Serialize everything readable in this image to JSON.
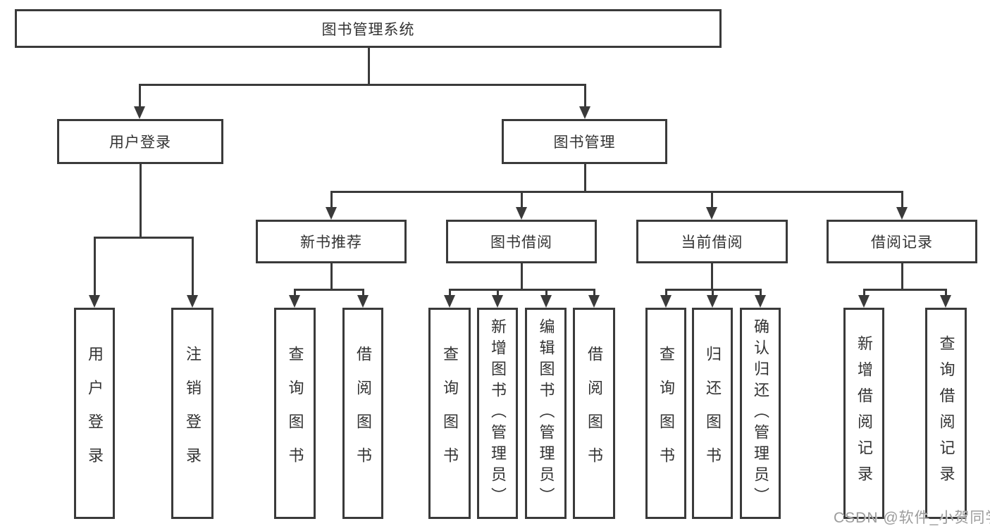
{
  "colors": {
    "line": "#3a3a3a",
    "text": "#333333",
    "background": "#ffffff",
    "watermark": "#9c9c9c"
  },
  "nodes": {
    "root": "图书管理系统",
    "user_login": "用户登录",
    "book_management": "图书管理",
    "new_book_recommend": "新书推荐",
    "book_borrow": "图书借阅",
    "current_borrow": "当前借阅",
    "borrow_records": "借阅记录",
    "leaf_user_login": "用户登录",
    "leaf_logout": "注销登录",
    "leaf_nb_query_books": "查询图书",
    "leaf_nb_borrow_books": "借阅图书",
    "leaf_bb_query_books": "查询图书",
    "leaf_bb_add_books": "新增图书（管理员）",
    "leaf_bb_edit_books": "编辑图书（管理员）",
    "leaf_bb_borrow_books": "借阅图书",
    "leaf_cb_query_books": "查询图书",
    "leaf_cb_return_books": "归还图书",
    "leaf_cb_confirm_return": "确认归还（管理员）",
    "leaf_br_add_record": "新增借阅记录",
    "leaf_br_query_record": "查询借阅记录"
  },
  "watermark": "CSDN @软件_小贺同学"
}
